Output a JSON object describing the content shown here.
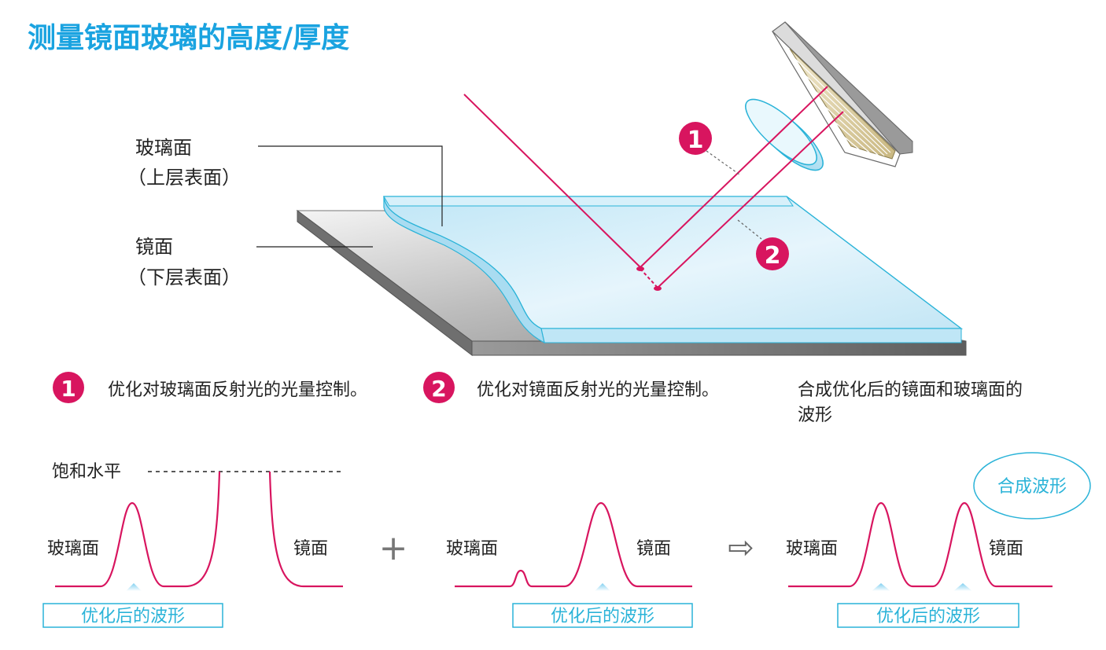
{
  "title": "测量镜面玻璃的高度/厚度",
  "colors": {
    "title": "#1aa3e0",
    "beam": "#d8155f",
    "cyan": "#2ab3d8",
    "text": "#222222",
    "glass": "#cdebf7"
  },
  "callouts": {
    "glass_label": "玻璃面",
    "glass_sub": "（上层表面）",
    "mirror_label": "镜面",
    "mirror_sub": "（下层表面）"
  },
  "markers": {
    "one": "1",
    "two": "2"
  },
  "steps": {
    "step1": "优化对玻璃面反射光的光量控制。",
    "step2": "优化对镜面反射光的光量控制。",
    "step3_line1": "合成优化后的镜面和玻璃面的",
    "step3_line2": "波形"
  },
  "waveforms": {
    "saturation": "饱和水平",
    "glass": "玻璃面",
    "mirror": "镜面",
    "optimized": "优化后的波形",
    "combined": "合成波形",
    "plus": "+",
    "arrow": "⇨"
  }
}
